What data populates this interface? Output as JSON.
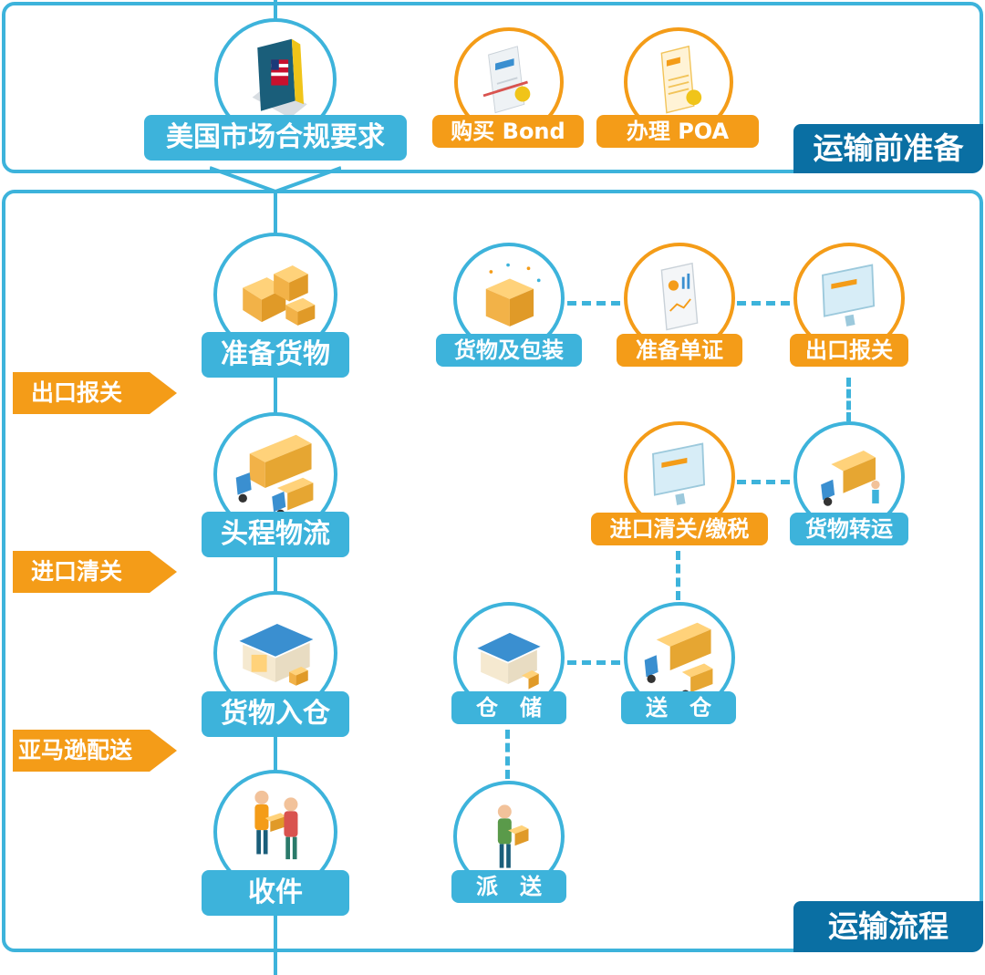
{
  "sections": {
    "prep_label": "运输前准备",
    "flow_label": "运输流程"
  },
  "main_steps": [
    {
      "label": "美国市场合规要求",
      "icon": "book-flag-icon"
    },
    {
      "label": "准备货物",
      "icon": "boxes-icon"
    },
    {
      "label": "头程物流",
      "icon": "trucks-icon"
    },
    {
      "label": "货物入仓",
      "icon": "warehouse-icon"
    },
    {
      "label": "收件",
      "icon": "people-handover-icon"
    }
  ],
  "prep_items": [
    {
      "label": "购买 Bond",
      "icon": "bond-document-icon"
    },
    {
      "label": "办理 POA",
      "icon": "poa-document-icon"
    }
  ],
  "phase_arrows": [
    "出口报关",
    "进口清关",
    "亚马逊配送"
  ],
  "detail_nodes": [
    {
      "label": "货物及包装",
      "color": "blue",
      "icon": "package-icon"
    },
    {
      "label": "准备单证",
      "color": "orange",
      "icon": "document-chart-icon"
    },
    {
      "label": "出口报关",
      "color": "orange",
      "icon": "monitor-icon"
    },
    {
      "label": "进口清关/缴税",
      "color": "orange",
      "icon": "monitor-icon"
    },
    {
      "label": "货物转运",
      "color": "blue",
      "icon": "truck-loading-icon"
    },
    {
      "label": "仓　储",
      "color": "blue",
      "icon": "warehouse-icon"
    },
    {
      "label": "送　仓",
      "color": "blue",
      "icon": "trucks-icon"
    },
    {
      "label": "派　送",
      "color": "blue",
      "icon": "courier-icon"
    }
  ],
  "colors": {
    "blue": "#3db3db",
    "orange": "#f49c18",
    "dark_blue": "#0a6fa3"
  }
}
